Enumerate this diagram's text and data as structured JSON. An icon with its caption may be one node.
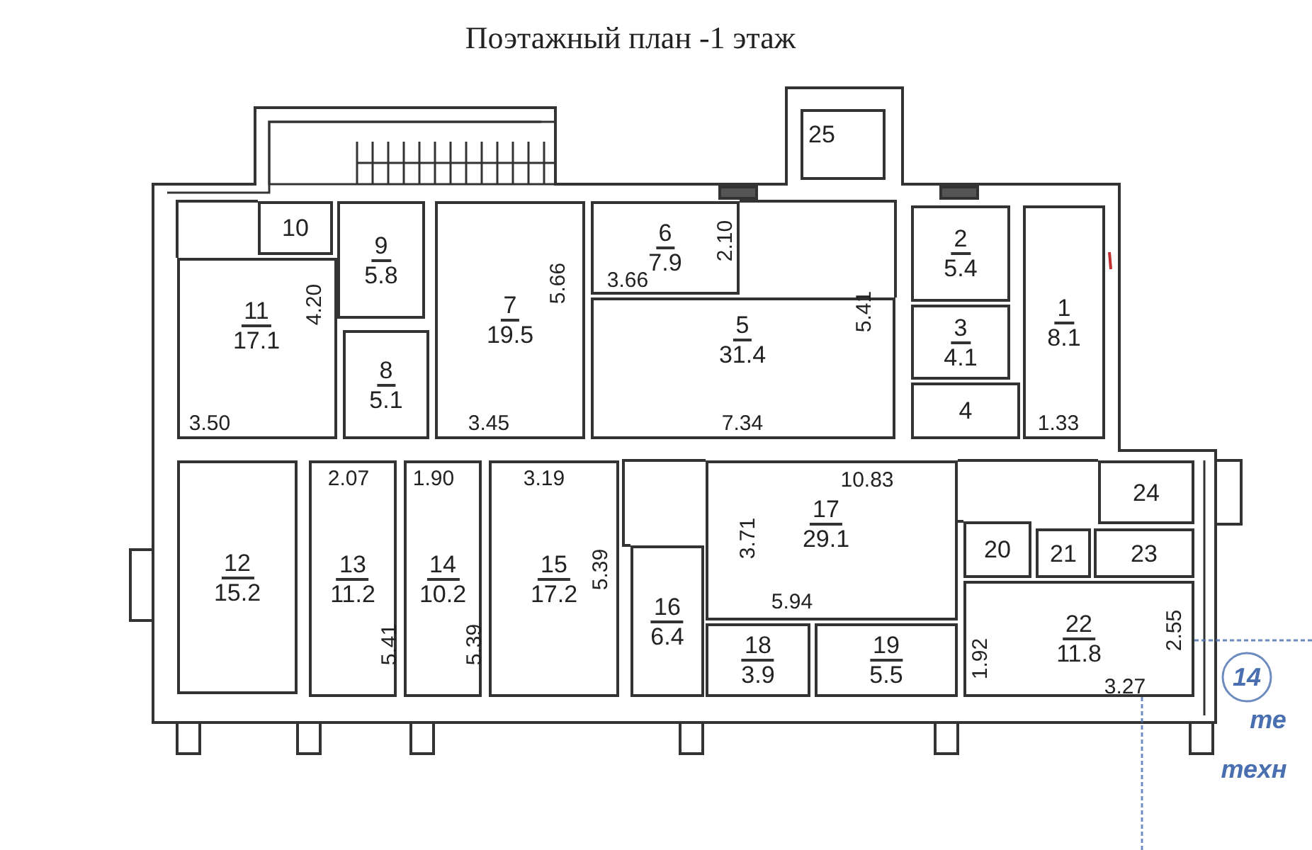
{
  "diagram": {
    "title": "Поэтажный план -1 этаж",
    "nodes": [
      {
        "text": [
          "1",
          "8.1"
        ]
      },
      {
        "text": [
          "2",
          "5.4"
        ]
      },
      {
        "text": [
          "3",
          "4.1"
        ]
      },
      {
        "text": [
          "4"
        ]
      },
      {
        "text": [
          "5",
          "31.4"
        ]
      },
      {
        "text": [
          "6",
          "7.9"
        ]
      },
      {
        "text": [
          "7",
          "19.5"
        ]
      },
      {
        "text": [
          "8",
          "5.1"
        ]
      },
      {
        "text": [
          "9",
          "5.8"
        ]
      },
      {
        "text": [
          "10"
        ]
      },
      {
        "text": [
          "11",
          "17.1"
        ]
      },
      {
        "text": [
          "12",
          "15.2"
        ]
      },
      {
        "text": [
          "13",
          "11.2"
        ]
      },
      {
        "text": [
          "14",
          "10.2"
        ]
      },
      {
        "text": [
          "15",
          "17.2"
        ]
      },
      {
        "text": [
          "16",
          "6.4"
        ]
      },
      {
        "text": [
          "17",
          "29.1"
        ]
      },
      {
        "text": [
          "18",
          "3.9"
        ]
      },
      {
        "text": [
          "19",
          "5.5"
        ]
      },
      {
        "text": [
          "20"
        ]
      },
      {
        "text": [
          "21"
        ]
      },
      {
        "text": [
          "22",
          "11.8"
        ]
      },
      {
        "text": [
          "23"
        ]
      },
      {
        "text": [
          "24"
        ]
      },
      {
        "text": [
          "25"
        ]
      }
    ],
    "labels": [
      "2.10",
      "3.66",
      "5.66",
      "4.20",
      "5.41",
      "3.50",
      "3.45",
      "7.34",
      "1.33",
      "2.07",
      "1.90",
      "3.19",
      "10.83",
      "3.71",
      "5.39",
      "5.94",
      "5.41",
      "5.39",
      "1.92",
      "2.55",
      "3.27",
      "14",
      "те",
      "техн"
    ]
  }
}
